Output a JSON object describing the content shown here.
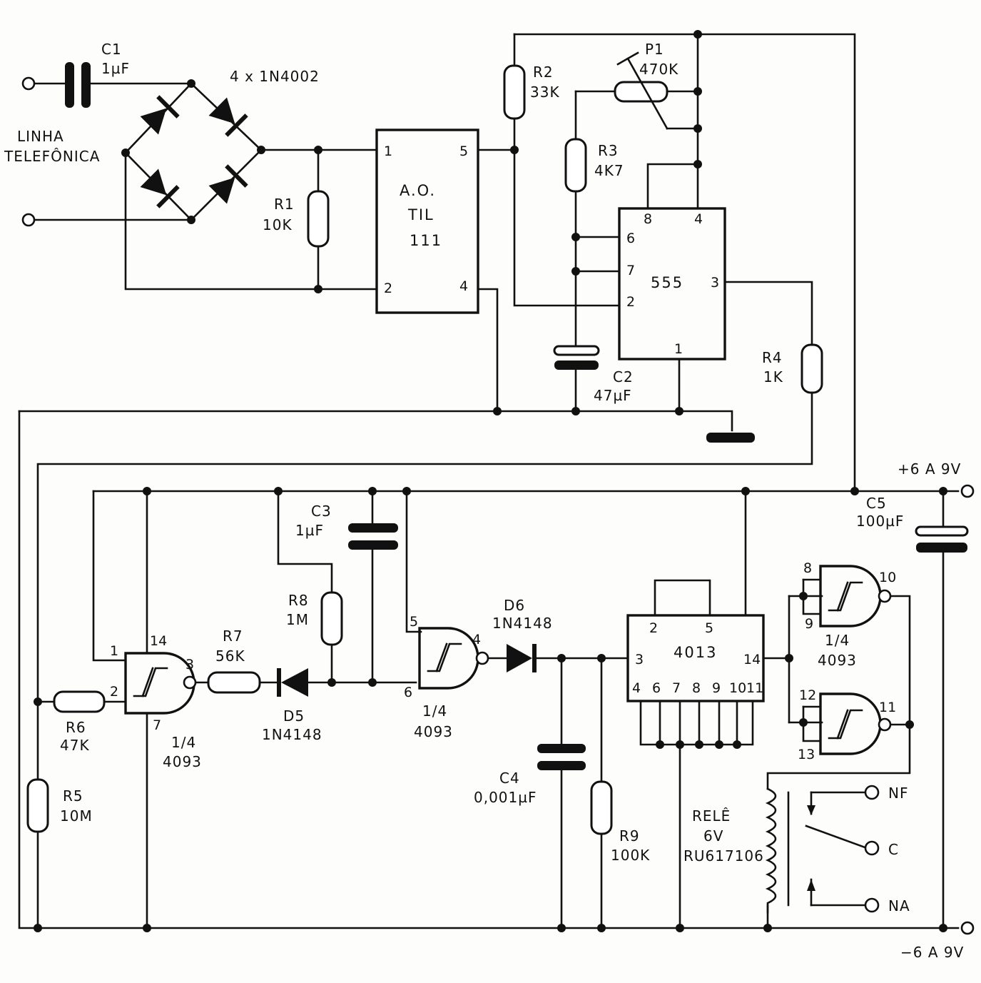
{
  "labels": {
    "c1": "C1",
    "c1_val": "1µF",
    "bridge": "4 x 1N4002",
    "line1": "LINHA",
    "line2": "TELEFÔNICA",
    "r1": "R1",
    "r1_val": "10K",
    "opto1": "A.O.",
    "opto2": "TIL",
    "opto3": "111",
    "r2": "R2",
    "r2_val": "33K",
    "p1": "P1",
    "p1_val": "470K",
    "r3": "R3",
    "r3_val": "4K7",
    "timer": "555",
    "c2": "C2",
    "c2_val": "47µF",
    "r4": "R4",
    "r4_val": "1K",
    "vplus": "+6 A 9V",
    "c5": "C5",
    "c5_val": "100µF",
    "c3": "C3",
    "c3_val": "1µF",
    "r8": "R8",
    "r8_val": "1M",
    "r7": "R7",
    "r7_val": "56K",
    "d5": "D5",
    "d5_val": "1N4148",
    "d6": "D6",
    "d6_val": "1N4148",
    "r6": "R6",
    "r6_val": "47K",
    "r5": "R5",
    "r5_val": "10M",
    "gate_frac": "1/4",
    "gate_ic": "4093",
    "c4": "C4",
    "c4_val": "0,001µF",
    "r9": "R9",
    "r9_val": "100K",
    "flipflop": "4013",
    "relay1": "RELÊ",
    "relay2": "6V",
    "relay3": "RU617106",
    "nf": "NF",
    "c": "C",
    "na": "NA",
    "vminus": "−6 A 9V"
  },
  "pins": {
    "opto": [
      "1",
      "5",
      "2",
      "4"
    ],
    "timer": [
      "8",
      "4",
      "6",
      "7",
      "3",
      "2",
      "1"
    ],
    "gate1": [
      "1",
      "14",
      "3",
      "2",
      "7"
    ],
    "gate2": [
      "5",
      "4",
      "6"
    ],
    "gate3": [
      "8",
      "10",
      "9"
    ],
    "gate4": [
      "12",
      "11",
      "13"
    ],
    "ff": [
      "2",
      "5",
      "3",
      "14",
      "4",
      "6",
      "7",
      "8",
      "9",
      "10",
      "11"
    ]
  }
}
